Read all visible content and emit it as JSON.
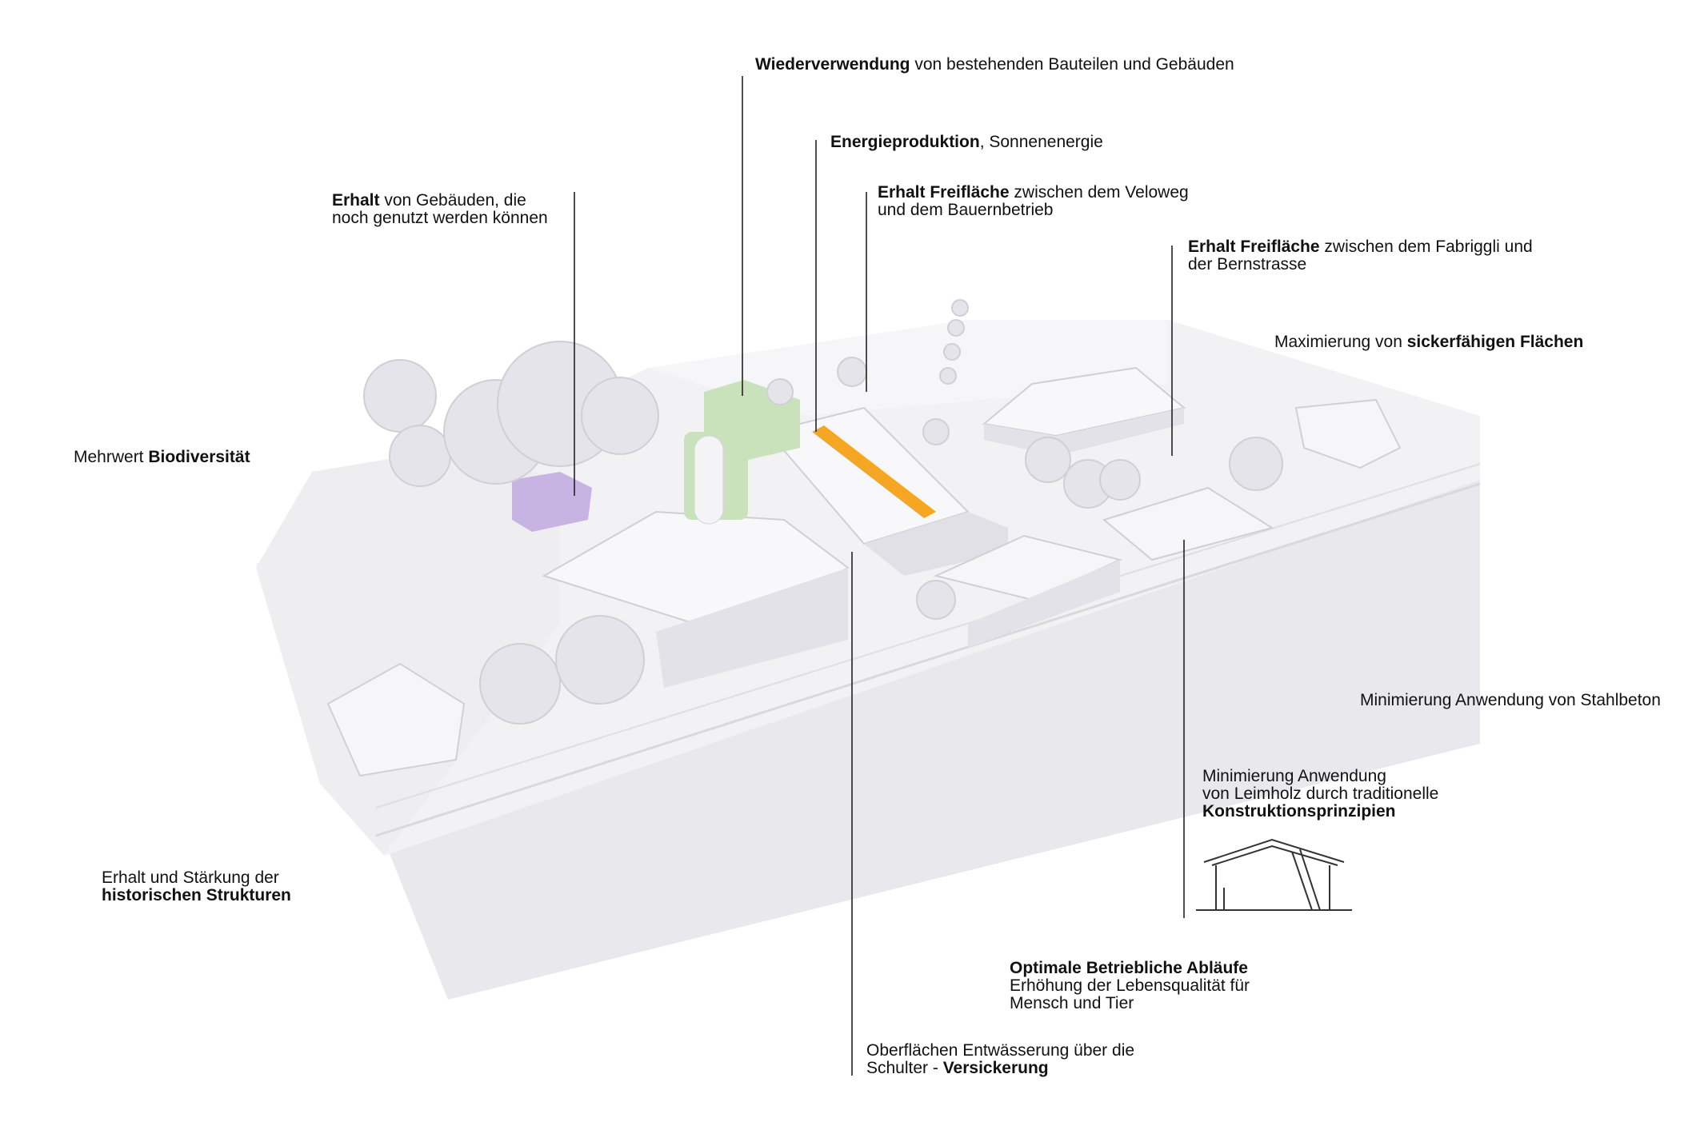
{
  "colors": {
    "green": "#c9e2bc",
    "violet": "#c7b4e2",
    "orange": "#f5a623",
    "model": "#f1f1f3",
    "shadow": "#dcdde2",
    "line": "#222222"
  },
  "labels": {
    "reuse": {
      "bold": "Wiederverwendung",
      "rest": " von bestehenden Bauteilen und Gebäuden"
    },
    "energy": {
      "bold": "Energieproduktion",
      "rest": ", Sonnenenergie"
    },
    "keep_open1": {
      "bold": "Erhalt Freifläche",
      "rest": " zwischen dem Veloweg",
      "line2": "und dem Bauernbetrieb"
    },
    "keep_buildings": {
      "bold": "Erhalt",
      "rest": " von Gebäuden, die",
      "line2": "noch genutzt werden können"
    },
    "keep_open2": {
      "bold": "Erhalt Freifläche",
      "rest": " zwischen dem Fabriggli und",
      "line2": "der Bernstrasse"
    },
    "max_seepage": {
      "pre": "Maximierung von ",
      "bold": "sickerfähigen Flächen"
    },
    "biodiversity": {
      "pre": "Mehrwert ",
      "bold": "Biodiversität"
    },
    "steel_concrete": {
      "text": "Minimierung Anwendung von Stahlbeton"
    },
    "glulam": {
      "line1": "Minimierung Anwendung",
      "line2": "von Leimholz durch traditionelle",
      "bold": "Konstruktionsprinzipien"
    },
    "historic": {
      "line1": "Erhalt und Stärkung der",
      "bold": "historischen Strukturen"
    },
    "operations": {
      "bold": "Optimale Betriebliche Abläufe",
      "line2": "Erhöhung der Lebensqualität für",
      "line3": "Mensch und Tier"
    },
    "drainage": {
      "line1": "Oberflächen Entwässerung über die",
      "pre": "Schulter - ",
      "bold": "Versickerung"
    }
  }
}
